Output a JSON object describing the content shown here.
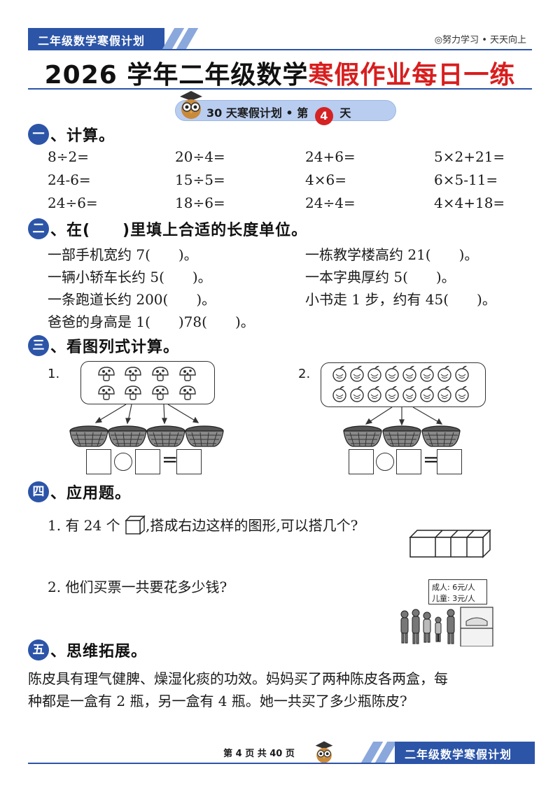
{
  "header": {
    "banner": "二年级数学寒假计划",
    "motto": "◎努力学习 • 天天向上",
    "title_black": "2026 学年二年级数学",
    "title_red": "寒假作业每日一练",
    "day_prefix": "30 天寒假计划 • 第",
    "day_number": "4",
    "day_suffix": "天"
  },
  "sections": [
    {
      "badge": "一",
      "title": "、计算。"
    },
    {
      "badge": "二",
      "title": "、在(　　)里填上合适的长度单位。"
    },
    {
      "badge": "三",
      "title": "、看图列式计算。"
    },
    {
      "badge": "四",
      "title": "、应用题。"
    },
    {
      "badge": "五",
      "title": "、思维拓展。"
    }
  ],
  "calc": [
    [
      "8÷2=",
      "20÷4=",
      "24+6=",
      "5×2+21="
    ],
    [
      "24-6=",
      "15÷5=",
      "4×6=",
      "6×5-11="
    ],
    [
      "24÷6=",
      "18÷6=",
      "24÷4=",
      "4×4+18="
    ]
  ],
  "units": [
    [
      "一部手机宽约 7(　　)。",
      "一栋教学楼高约 21(　　)。"
    ],
    [
      "一辆小轿车长约 5(　　)。",
      "一本字典厚约 5(　　)。"
    ],
    [
      "一条跑道长约 200(　　)。",
      "小书走 1 步，约有 45(　　)。"
    ],
    [
      "爸爸的身高是 1(　　)78(　　)。",
      ""
    ]
  ],
  "pictures": {
    "label1": "1.",
    "label2": "2.",
    "equals": "="
  },
  "word_problems": {
    "q1_prefix": "1. 有 24 个",
    "q1_suffix": ",搭成右边这样的图形,可以搭几个?",
    "q2": "2. 他们买票一共要花多少钱?",
    "sign_adult": "成人: 6元/人",
    "sign_child": "儿童: 3元/人"
  },
  "thinking": {
    "line1": "陈皮具有理气健脾、燥湿化痰的功效。妈妈买了两种陈皮各两盒，每",
    "line2": "种都是一盒有 2 瓶，另一盒有 4 瓶。她一共买了多少瓶陈皮?"
  },
  "footer": {
    "page": "第 4 页 共 40 页",
    "banner": "二年级数学寒假计划"
  },
  "colors": {
    "brand_blue": "#2c55a8",
    "accent_red": "#d81e1e",
    "pill_blue": "#b8cdf0"
  }
}
